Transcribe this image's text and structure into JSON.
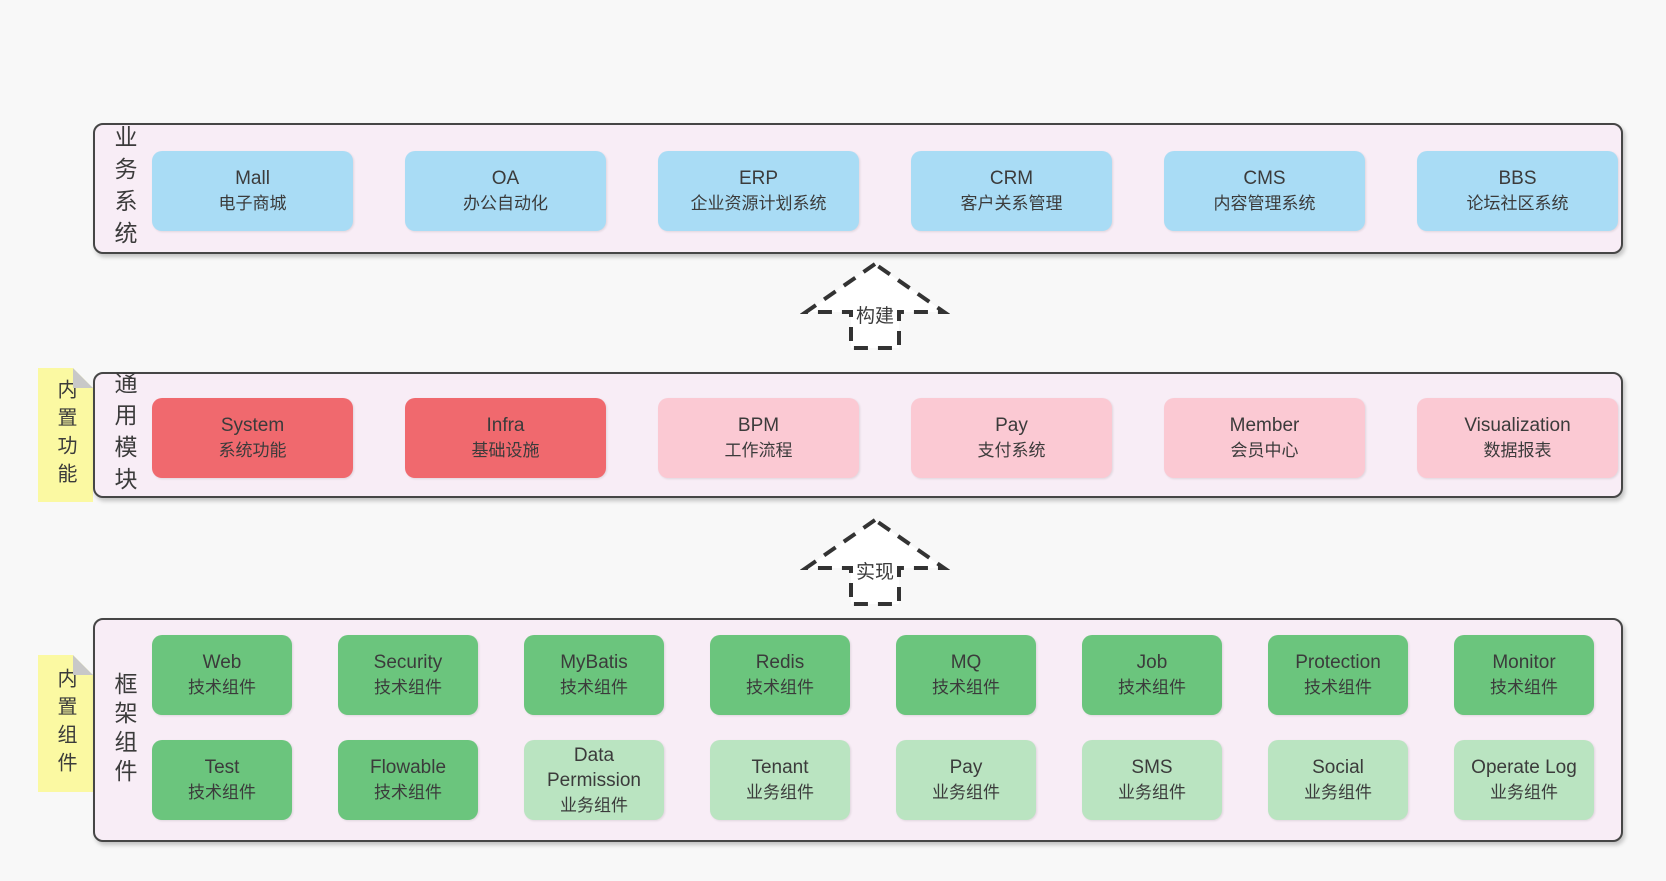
{
  "colors": {
    "canvas_bg": "#f8f8f8",
    "panel_bg": "#f8edf6",
    "panel_border": "#464646",
    "blue": "#a9dcf5",
    "red": "#f0696e",
    "pink": "#fbc9d3",
    "green": "#6bc57d",
    "lightgreen": "#bae4c1",
    "note_yellow": "#fbf9a2",
    "note_fold": "#c8c8c8",
    "text": "#3b3b3b",
    "arrow": "#333333"
  },
  "arrows": [
    {
      "label": "构建"
    },
    {
      "label": "实现"
    }
  ],
  "layers": [
    {
      "side_label": "业务系统",
      "note": null,
      "rows": [
        [
          {
            "en": "Mall",
            "zh": "电子商城",
            "color": "blue"
          },
          {
            "en": "OA",
            "zh": "办公自动化",
            "color": "blue"
          },
          {
            "en": "ERP",
            "zh": "企业资源计划系统",
            "color": "blue"
          },
          {
            "en": "CRM",
            "zh": "客户关系管理",
            "color": "blue"
          },
          {
            "en": "CMS",
            "zh": "内容管理系统",
            "color": "blue"
          },
          {
            "en": "BBS",
            "zh": "论坛社区系统",
            "color": "blue"
          }
        ]
      ]
    },
    {
      "side_label": "通用模块",
      "note": "内置功能",
      "rows": [
        [
          {
            "en": "System",
            "zh": "系统功能",
            "color": "red"
          },
          {
            "en": "Infra",
            "zh": "基础设施",
            "color": "red"
          },
          {
            "en": "BPM",
            "zh": "工作流程",
            "color": "pink"
          },
          {
            "en": "Pay",
            "zh": "支付系统",
            "color": "pink"
          },
          {
            "en": "Member",
            "zh": "会员中心",
            "color": "pink"
          },
          {
            "en": "Visualization",
            "zh": "数据报表",
            "color": "pink"
          }
        ]
      ]
    },
    {
      "side_label": "框架组件",
      "note": "内置组件",
      "rows": [
        [
          {
            "en": "Web",
            "zh": "技术组件",
            "color": "green"
          },
          {
            "en": "Security",
            "zh": "技术组件",
            "color": "green"
          },
          {
            "en": "MyBatis",
            "zh": "技术组件",
            "color": "green"
          },
          {
            "en": "Redis",
            "zh": "技术组件",
            "color": "green"
          },
          {
            "en": "MQ",
            "zh": "技术组件",
            "color": "green"
          },
          {
            "en": "Job",
            "zh": "技术组件",
            "color": "green"
          },
          {
            "en": "Protection",
            "zh": "技术组件",
            "color": "green"
          },
          {
            "en": "Monitor",
            "zh": "技术组件",
            "color": "green"
          }
        ],
        [
          {
            "en": "Test",
            "zh": "技术组件",
            "color": "green"
          },
          {
            "en": "Flowable",
            "zh": "技术组件",
            "color": "green"
          },
          {
            "en": "Data Permission",
            "zh": "业务组件",
            "color": "lightgreen"
          },
          {
            "en": "Tenant",
            "zh": "业务组件",
            "color": "lightgreen"
          },
          {
            "en": "Pay",
            "zh": "业务组件",
            "color": "lightgreen"
          },
          {
            "en": "SMS",
            "zh": "业务组件",
            "color": "lightgreen"
          },
          {
            "en": "Social",
            "zh": "业务组件",
            "color": "lightgreen"
          },
          {
            "en": "Operate Log",
            "zh": "业务组件",
            "color": "lightgreen"
          }
        ]
      ]
    }
  ]
}
